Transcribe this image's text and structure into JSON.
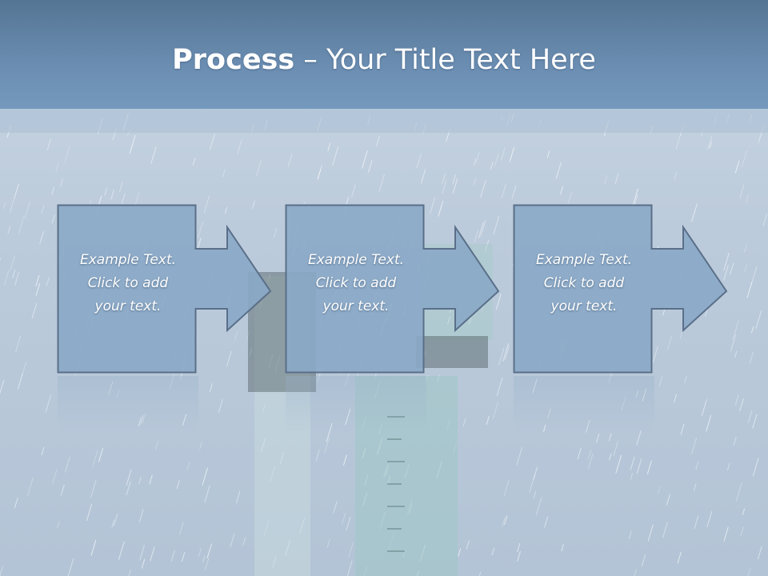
{
  "slide": {
    "title_bold": "Process",
    "title_rest": " – Your Title Text Here",
    "steps": [
      {
        "line1": "Example Text.",
        "line2": "Click  to add",
        "line3": "your text."
      },
      {
        "line1": "Example Text.",
        "line2": "Click  to add",
        "line3": "your text."
      },
      {
        "line1": "Example Text.",
        "line2": "Click  to add",
        "line3": "your text."
      }
    ]
  },
  "colors": {
    "header": "#6a8db1",
    "box_fill": "#7f9fc1",
    "box_stroke": "#5a6f88"
  }
}
